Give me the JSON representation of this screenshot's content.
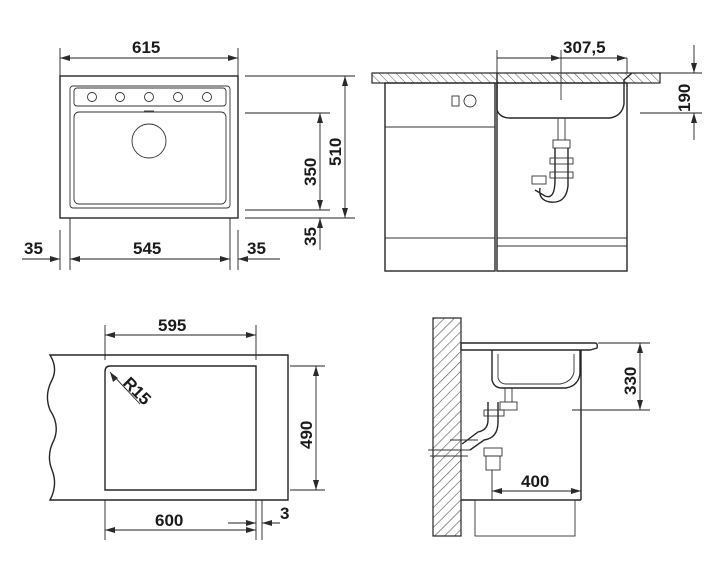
{
  "drawing": {
    "top_view": {
      "width_total": "615",
      "edge_left": "35",
      "bowl_width": "545",
      "edge_right": "35",
      "bowl_depth": "350",
      "depth_total": "510",
      "edge_front": "35",
      "tap_holes": 5
    },
    "side_view": {
      "drain_offset": "307,5",
      "bowl_height": "190"
    },
    "cutout_view": {
      "cutout_width": "595",
      "corner_radius": "R15",
      "cutout_depth": "490",
      "cabinet_width": "600",
      "offset": "3"
    },
    "wall_view": {
      "bowl_height": "330",
      "wall_distance": "400"
    },
    "colors": {
      "line": "#262626",
      "hatch": "#555555",
      "background": "#ffffff"
    }
  }
}
